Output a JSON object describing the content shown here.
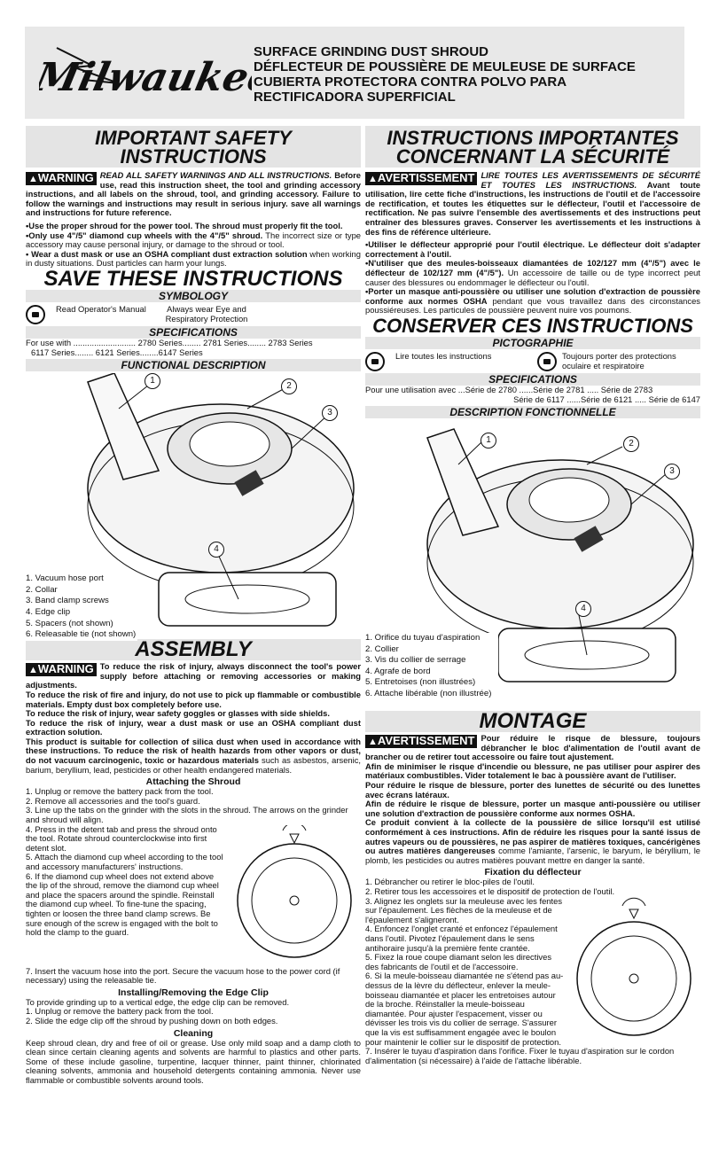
{
  "header": {
    "brand": "Milwaukee",
    "titles": [
      "SURFACE GRINDING DUST SHROUD",
      "DÉFLECTEUR DE POUSSIÈRE DE MEULEUSE DE SURFACE",
      "CUBIERTA PROTECTORA CONTRA POLVO PARA",
      "RECTIFICADORA SUPERFICIAL"
    ]
  },
  "en": {
    "title1": "IMPORTANT SAFETY",
    "title2": "INSTRUCTIONS",
    "warning_badge": "WARNING",
    "warn_lead": "READ ALL SAFETY WARNINGS AND ALL INSTRUCTIONS.",
    "warn_text": "Before use, read this instruction sheet, the tool and grinding accessory instructions, and all labels on the shroud, tool, and grinding accessory. Failure to follow the warnings and instructions may result in serious injury. save all warnings and instructions for future reference.",
    "rule1": "•Use the proper shroud for the power tool. The shroud must properly fit the tool.",
    "rule2_b": "•Only use 4\"/5\" diamond cup wheels with the 4\"/5\" shroud.",
    "rule2_n": " The incorrect size or type accessory may cause personal injury, or damage to the shroud or tool.",
    "rule3_b": "• Wear a dust mask or use an OSHA compliant dust extraction solution",
    "rule3_n": " when working in dusty situations. Dust particles can harm your lungs.",
    "save": "SAVE THESE INSTRUCTIONS",
    "symbology": "SYMBOLOGY",
    "sym1": "Read Operator's Manual",
    "sym2": "Always wear Eye and Respiratory Protection",
    "specifications": "SPECIFICATIONS",
    "spec1": "For use with ........................... 2780 Series........ 2781 Series........ 2783 Series",
    "spec2": "6117 Series........ 6121 Series........6147 Series",
    "functional": "FUNCTIONAL DESCRIPTION",
    "legend": [
      "1. Vacuum hose port",
      "2. Collar",
      "3. Band clamp screws",
      "4. Edge clip",
      "5. Spacers (not shown)",
      "6. Releasable tie (not shown)"
    ],
    "assembly": "ASSEMBLY",
    "asm_warn": "To reduce the risk of injury, always disconnect the tool's power supply before attaching or removing accessories or making adjustments.",
    "asm2": "To reduce the risk of fire and injury, do not use to pick up flammable or combustible materials. Empty dust box completely before use.",
    "asm3": "To reduce the risk of injury, wear safety goggles or glasses with side shields.",
    "asm4": "To reduce the risk of injury, wear a dust mask or use an OSHA compliant dust extraction solution.",
    "asm5_b": "This product is suitable for collection of silica dust when used in accordance with these instructions. To reduce the risk of health hazards from other vapors or dust, do not vacuum carcinogenic, toxic or hazardous materials",
    "asm5_n": " such as asbestos, arsenic, barium, beryllium, lead, pesticides or other health endangered materials.",
    "attaching": "Attaching the Shroud",
    "steps": [
      "1. Unplug or remove the battery pack from the tool.",
      "2. Remove all accessories and the tool's guard.",
      "3. Line up the tabs on the grinder with the slots in the shroud. The arrows on the grinder and shroud will align.",
      "4. Press in the detent tab and press the shroud onto the tool. Rotate shroud counterclockwise into first detent slot.",
      "5. Attach the diamond cup wheel according to the tool and accessory manufacturers' instructions.",
      "6. If the diamond cup wheel does not extend above the lip of the shroud, remove the diamond cup wheel and place the spacers around the spindle. Reinstall the diamond cup wheel. To fine-tune the spacing, tighten or loosen the three band clamp screws. Be sure enough of the screw is engaged with the bolt to hold the clamp to the guard.",
      "7. Insert the vacuum hose into the port. Secure the vacuum hose to the power cord (if necessary) using the releasable tie."
    ],
    "edge_clip": "Installing/Removing the Edge Clip",
    "edge_intro": "To provide grinding up to a vertical edge, the edge clip can be removed.",
    "edge1": "1. Unplug or remove the battery pack from the tool.",
    "edge2": "2. Slide the edge clip off the shroud by pushing down on both edges.",
    "cleaning": "Cleaning",
    "clean_text": "Keep shroud clean, dry and free of oil or grease. Use only mild soap and a damp cloth to clean since certain cleaning agents and solvents are harmful to plastics and other parts. Some of these include gasoline, turpentine, lacquer thinner, paint thinner, chlorinated cleaning solvents, ammonia and household detergents containing ammonia. Never use flammable or combustible solvents around tools."
  },
  "fr": {
    "title1": "INSTRUCTIONS IMPORTANTES",
    "title2": "CONCERNANT LA SÉCURITÉ",
    "warning_badge": "AVERTISSEMENT",
    "warn_lead": "LIRE TOUTES LES AVERTISSEMENTS DE SÉCURITÉ ET TOUTES LES INSTRUCTIONS.",
    "warn_text": "Avant toute utilisation, lire cette fiche d'instructions, les instructions de l'outil et de l'accessoire de rectification, et toutes les étiquettes sur le déflecteur, l'outil et l'accessoire de rectification. Ne pas suivre l'ensemble des avertissements et des instructions peut entraîner des blessures graves. Conserver les avertissements et les instructions à des fins de référence ultérieure.",
    "rule1": "•Utiliser le déflecteur approprié pour l'outil électrique. Le déflecteur doit s'adapter correctement à l'outil.",
    "rule2_b": "•N'utiliser que des meules-boisseaux diamantées de 102/127 mm (4\"/5\") avec le déflecteur de 102/127 mm (4\"/5\").",
    "rule2_n": " Un accessoire de taille ou de type incorrect peut causer des blessures ou endommager le déflecteur ou l'outil.",
    "rule3_b": "•Porter un masque anti-poussière ou utiliser une solution d'extraction de poussière conforme aux normes OSHA",
    "rule3_n": " pendant que vous travaillez dans des circonstances poussiéreuses. Les particules de poussière peuvent nuire vos poumons.",
    "save": "CONSERVER CES INSTRUCTIONS",
    "symbology": "PICTOGRAPHIE",
    "sym1": "Lire toutes les instructions",
    "sym2": "Toujours porter des protections oculaire et respiratoire",
    "specifications": "SPECIFICATIONS",
    "spec1": "Pour une utilisation avec ...Série de 2780 ......Série de 2781 ..... Série de 2783",
    "spec2": "Série de 6117 ......Série de 6121 ..... Série de 6147",
    "functional": "DESCRIPTION FONCTIONNELLE",
    "legend": [
      "1. Orifice du tuyau d'aspiration",
      "2. Collier",
      "3. Vis du collier de serrage",
      "4. Agrafe de bord",
      "5. Entretoises (non illustrées)",
      "6. Attache libérable (non illustrée)"
    ],
    "assembly": "MONTAGE",
    "asm_warn": "Pour réduire le risque de blessure, toujours débrancher le bloc d'alimentation de l'outil avant de brancher ou de retirer tout accessoire ou faire tout ajustement.",
    "asm2": "Afin de minimiser le risque d'incendie ou blessure, ne pas utiliser pour aspirer des matériaux combustibles. Vider totalement le bac à poussière avant de l'utiliser.",
    "asm3": "Pour réduire le risque de blessure, porter des lunettes de sécurité ou des lunettes avec écrans latéraux.",
    "asm4": "Afin de réduire le risque de blessure, porter un masque anti-poussière ou utiliser une solution d'extraction de poussière conforme aux normes OSHA.",
    "asm5_b": "Ce produit convient à la collecte de la poussière de silice lorsqu'il est utilisé conformément à ces instructions. Afin de réduire les risques pour la santé issus de autres vapeurs ou de poussières, ne pas aspirer de matières toxiques, cancérigènes ou autres matières dangereuses",
    "asm5_n": " comme l'amiante, l'arsenic, le baryum, le béryllium, le plomb, les pesticides ou autres matières pouvant mettre en danger la santé.",
    "attaching": "Fixation du déflecteur",
    "steps": [
      "1. Débrancher ou retirer le bloc-piles de l'outil.",
      "2. Retirer tous les accessoires et le dispositif de protection de l'outil.",
      "3. Alignez les onglets sur la meuleuse avec les fentes sur l'épaulement. Les flèches de la meuleuse et de l'épaulement s'aligneront.",
      "4. Enfoncez l'onglet cranté et enfoncez l'épaulement dans l'outil. Pivotez l'épaulement dans le sens antihoraire jusqu'à la première fente crantée.",
      "5. Fixez la roue coupe diamant selon les directives des fabricants de l'outil et de l'accessoire.",
      "6. Si la meule-boisseau diamantée ne s'étend pas au-dessus de la lèvre du déflecteur, enlever la meule-boisseau diamantée et placer les entretoises autour de la broche. Réinstaller la meule-boisseau diamantée. Pour ajuster l'espacement, visser ou dévisser les trois vis du collier de serrage. S'assurer que la vis est suffisamment engagée avec le boulon pour maintenir le collier sur le dispositif de protection.",
      "7. Insérer le tuyau d'aspiration dans l'orifice. Fixer le tuyau d'aspiration sur le cordon d'alimentation (si nécessaire) à l'aide de l'attache libérable."
    ]
  }
}
